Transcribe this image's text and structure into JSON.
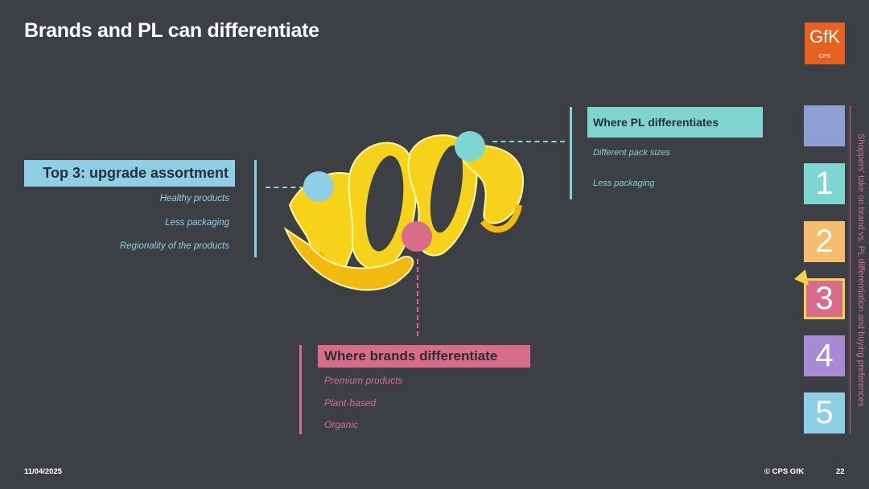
{
  "slide": {
    "title": "Brands and PL can differentiate",
    "date": "11/04/2025",
    "copyright": "© CPS GfK",
    "page_number": "22"
  },
  "logo": {
    "brand": "GfK",
    "sub": "CPS",
    "color": "#e8611f"
  },
  "top3": {
    "heading": "Top 3: upgrade assortment",
    "items": [
      "Healthy products",
      "Less packaging",
      "Regionality of the products"
    ],
    "color": "#8ecfe6"
  },
  "pl": {
    "heading": "Where PL differentiates",
    "items": [
      "Different pack sizes",
      "Less packaging"
    ],
    "color": "#7fd6d1"
  },
  "brands": {
    "heading": "Where brands differentiate",
    "items": [
      "Premium products",
      "Plant-based",
      "Organic"
    ],
    "color": "#d96b8b"
  },
  "nav": {
    "items": [
      "",
      "1",
      "2",
      "3",
      "4",
      "5"
    ],
    "active_index": 3,
    "vertical_label": "Shoppers' take on brand vs. PL differentiation and buying preferences"
  },
  "illustration": {
    "name": "lemon-peel-spiral",
    "peel_color": "#f6d31a"
  }
}
